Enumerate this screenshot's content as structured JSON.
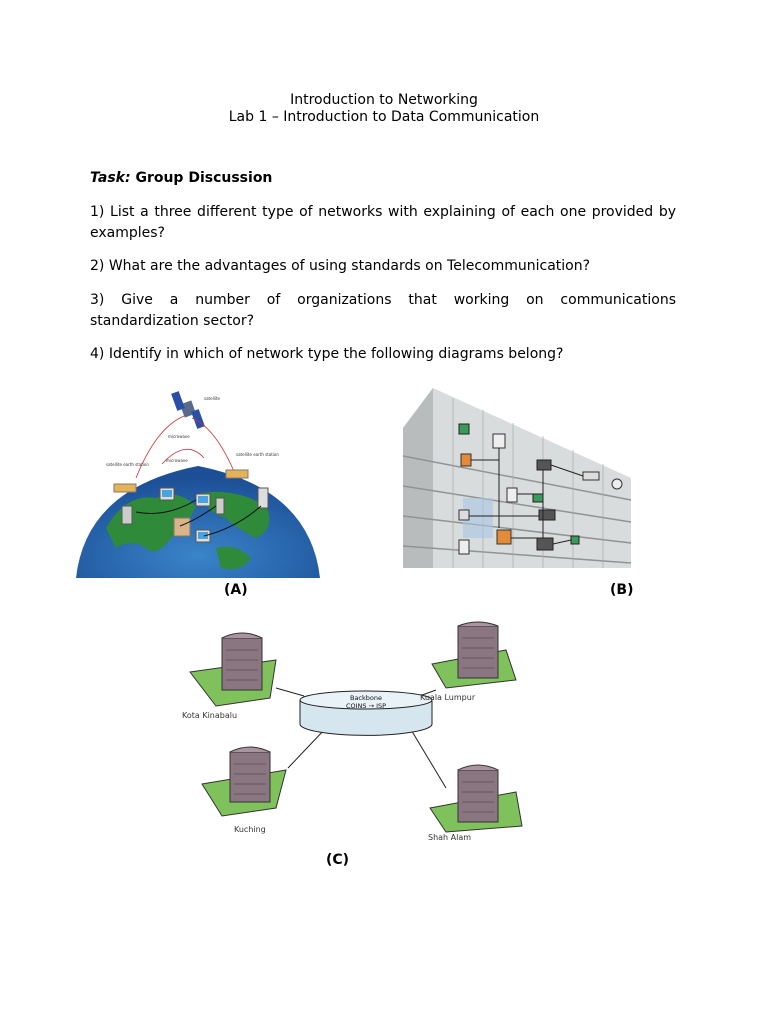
{
  "header": {
    "title": "Introduction to Networking",
    "subtitle": "Lab 1 – Introduction to Data Communication"
  },
  "task": {
    "label": "Task:",
    "text": "Group Discussion"
  },
  "questions": [
    "1) List a three different type of networks with explaining of each one provided by examples?",
    "2) What are the advantages of using standards on Telecommunication?",
    "3) Give a number of organizations that working on communications standardization sector?",
    "4) Identify in which of network type the following diagrams belong?"
  ],
  "figures": {
    "a": {
      "caption": "(A)",
      "labels": [
        "satellite",
        "microwave",
        "microwave",
        "satellite earth station",
        "satellite earth station"
      ]
    },
    "b": {
      "caption": "(B)"
    },
    "c": {
      "caption": "(C)",
      "backbone_line1": "Backbone",
      "backbone_line2": "COINS → ISP",
      "sites": [
        "Kota Kinabalu",
        "Kuala Lumpur",
        "Kuching",
        "Shah Alam"
      ]
    }
  }
}
